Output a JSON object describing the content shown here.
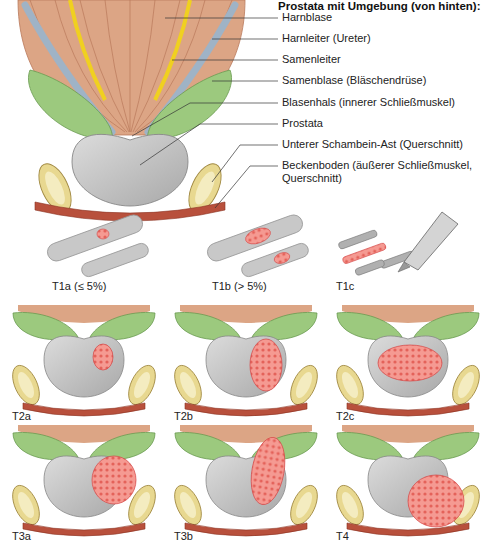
{
  "diagram": {
    "title": "Prostata mit Umgebung (von hinten):",
    "labels": [
      "Harnblase",
      "Harnleiter (Ureter)",
      "Samenleiter",
      "Samenblase (Bläschendrüse)",
      "Blasenhals (innerer Schließmuskel)",
      "Prostata",
      "Unterer Schambein-Ast (Querschnitt)",
      "Beckenboden (äußerer Schließmuskel, Querschnitt)",
      "T1a (≤ 5%)",
      "T1b (> 5%)",
      "T1c",
      "T2a",
      "T2b",
      "T2c",
      "T3a",
      "T3b",
      "T4"
    ]
  }
}
